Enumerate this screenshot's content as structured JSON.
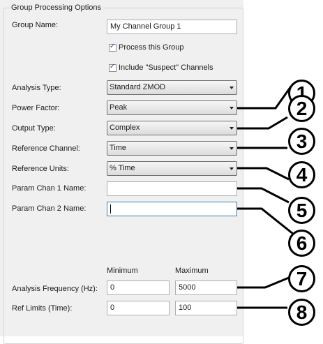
{
  "group": {
    "legend": "Group Processing Options"
  },
  "fields": {
    "group_name": {
      "label": "Group Name:",
      "value": "My Channel Group 1"
    },
    "process_group": {
      "label": "Process this Group",
      "checked": true
    },
    "include_suspect": {
      "label": "Include \"Suspect\" Channels",
      "checked": true
    },
    "analysis_type": {
      "label": "Analysis Type:",
      "value": "Standard ZMOD"
    },
    "power_factor": {
      "label": "Power Factor:",
      "value": "Peak"
    },
    "output_type": {
      "label": "Output Type:",
      "value": "Complex"
    },
    "reference_channel": {
      "label": "Reference Channel:",
      "value": "Time"
    },
    "reference_units": {
      "label": "Reference Units:",
      "value": "% Time"
    },
    "param_chan_1": {
      "label": "Param Chan 1 Name:",
      "value": ""
    },
    "param_chan_2": {
      "label": "Param Chan 2 Name:",
      "value": ""
    }
  },
  "range": {
    "min_header": "Minimum",
    "max_header": "Maximum",
    "analysis_frequency": {
      "label": "Analysis Frequency (Hz):",
      "min": "0",
      "max": "5000"
    },
    "ref_limits": {
      "label": "Ref Limits (Time):",
      "min": "0",
      "max": "100"
    }
  },
  "callouts": [
    "1",
    "2",
    "3",
    "4",
    "5",
    "6",
    "7",
    "8"
  ]
}
